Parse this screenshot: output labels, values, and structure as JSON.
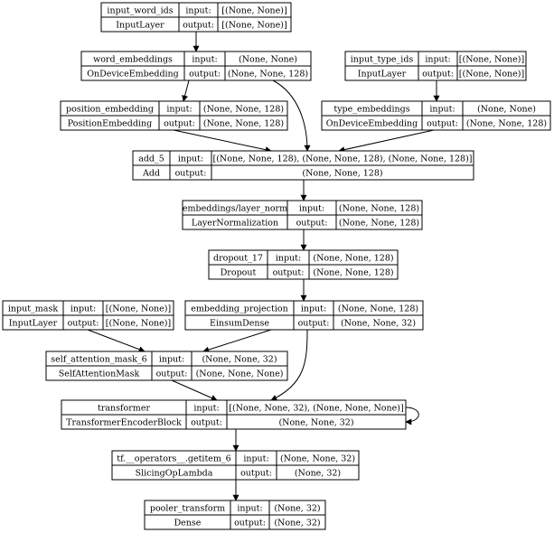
{
  "labels": {
    "input": "input:",
    "output": "output:"
  },
  "nodes": [
    {
      "id": "input_word_ids",
      "name": "input_word_ids",
      "type": "InputLayer",
      "input": "[(None, None)]",
      "output": "[(None, None)]"
    },
    {
      "id": "word_embeddings",
      "name": "word_embeddings",
      "type": "OnDeviceEmbedding",
      "input": "(None, None)",
      "output": "(None, None, 128)"
    },
    {
      "id": "input_type_ids",
      "name": "input_type_ids",
      "type": "InputLayer",
      "input": "[(None, None)]",
      "output": "[(None, None)]"
    },
    {
      "id": "position_embedding",
      "name": "position_embedding",
      "type": "PositionEmbedding",
      "input": "(None, None, 128)",
      "output": "(None, None, 128)"
    },
    {
      "id": "type_embeddings",
      "name": "type_embeddings",
      "type": "OnDeviceEmbedding",
      "input": "(None, None)",
      "output": "(None, None, 128)"
    },
    {
      "id": "add_5",
      "name": "add_5",
      "type": "Add",
      "input": "[(None, None, 128), (None, None, 128), (None, None, 128)]",
      "output": "(None, None, 128)"
    },
    {
      "id": "layer_norm",
      "name": "embeddings/layer_norm",
      "type": "LayerNormalization",
      "input": "(None, None, 128)",
      "output": "(None, None, 128)"
    },
    {
      "id": "dropout_17",
      "name": "dropout_17",
      "type": "Dropout",
      "input": "(None, None, 128)",
      "output": "(None, None, 128)"
    },
    {
      "id": "input_mask",
      "name": "input_mask",
      "type": "InputLayer",
      "input": "[(None, None)]",
      "output": "[(None, None)]"
    },
    {
      "id": "embedding_projection",
      "name": "embedding_projection",
      "type": "EinsumDense",
      "input": "(None, None, 128)",
      "output": "(None, None, 32)"
    },
    {
      "id": "self_attention_mask_6",
      "name": "self_attention_mask_6",
      "type": "SelfAttentionMask",
      "input": "(None, None, 32)",
      "output": "(None, None, None)"
    },
    {
      "id": "transformer",
      "name": "transformer",
      "type": "TransformerEncoderBlock",
      "input": "[(None, None, 32), (None, None, None)]",
      "output": "(None, None, 32)"
    },
    {
      "id": "getitem_6",
      "name": "tf.__operators__.getitem_6",
      "type": "SlicingOpLambda",
      "input": "(None, None, 32)",
      "output": "(None, 32)"
    },
    {
      "id": "pooler_transform",
      "name": "pooler_transform",
      "type": "Dense",
      "input": "(None, 32)",
      "output": "(None, 32)"
    }
  ],
  "edges": [
    {
      "from": "input_word_ids",
      "to": "word_embeddings"
    },
    {
      "from": "word_embeddings",
      "to": "position_embedding"
    },
    {
      "from": "word_embeddings",
      "to": "add_5"
    },
    {
      "from": "input_type_ids",
      "to": "type_embeddings"
    },
    {
      "from": "position_embedding",
      "to": "add_5"
    },
    {
      "from": "type_embeddings",
      "to": "add_5"
    },
    {
      "from": "add_5",
      "to": "layer_norm"
    },
    {
      "from": "layer_norm",
      "to": "dropout_17"
    },
    {
      "from": "dropout_17",
      "to": "embedding_projection"
    },
    {
      "from": "input_mask",
      "to": "self_attention_mask_6"
    },
    {
      "from": "embedding_projection",
      "to": "self_attention_mask_6"
    },
    {
      "from": "embedding_projection",
      "to": "transformer"
    },
    {
      "from": "self_attention_mask_6",
      "to": "transformer"
    },
    {
      "from": "transformer",
      "to": "transformer"
    },
    {
      "from": "transformer",
      "to": "getitem_6"
    },
    {
      "from": "getitem_6",
      "to": "pooler_transform"
    }
  ]
}
